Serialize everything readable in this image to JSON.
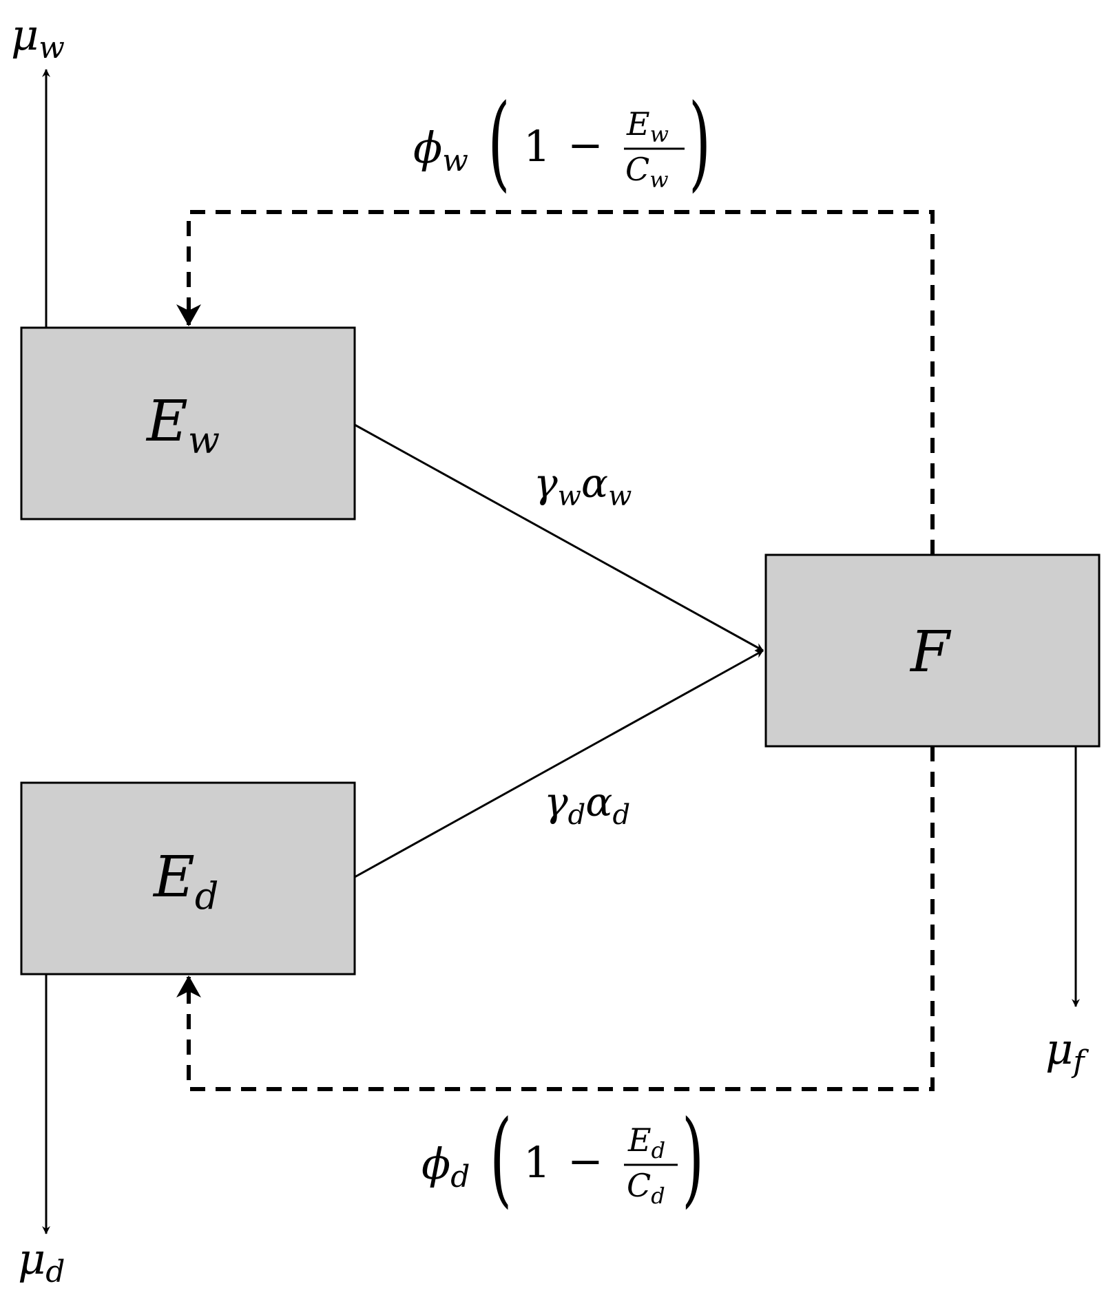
{
  "colors": {
    "box_fill": "#cfcfcf",
    "stroke": "#000000",
    "background": "#ffffff"
  },
  "nodes": {
    "ew": {
      "base": "E",
      "sub": "w"
    },
    "ed": {
      "base": "E",
      "sub": "d"
    },
    "f": {
      "base": "F"
    }
  },
  "rates": {
    "mu_w": {
      "base": "μ",
      "sub": "w"
    },
    "mu_d": {
      "base": "μ",
      "sub": "d"
    },
    "mu_f": {
      "base": "μ",
      "sub": "f"
    },
    "gamma_w_alpha_w": {
      "g": "γ",
      "gsub": "w",
      "a": "α",
      "asub": "w"
    },
    "gamma_d_alpha_d": {
      "g": "γ",
      "gsub": "d",
      "a": "α",
      "asub": "d"
    },
    "phi_w": {
      "phi": "ϕ",
      "phisub": "w",
      "lparen": "(",
      "one": "1",
      "minus": "−",
      "num": "E",
      "numsub": "w",
      "den": "C",
      "densub": "w",
      "rparen": ")"
    },
    "phi_d": {
      "phi": "ϕ",
      "phisub": "d",
      "lparen": "(",
      "one": "1",
      "minus": "−",
      "num": "E",
      "numsub": "d",
      "den": "C",
      "densub": "d",
      "rparen": ")"
    }
  }
}
